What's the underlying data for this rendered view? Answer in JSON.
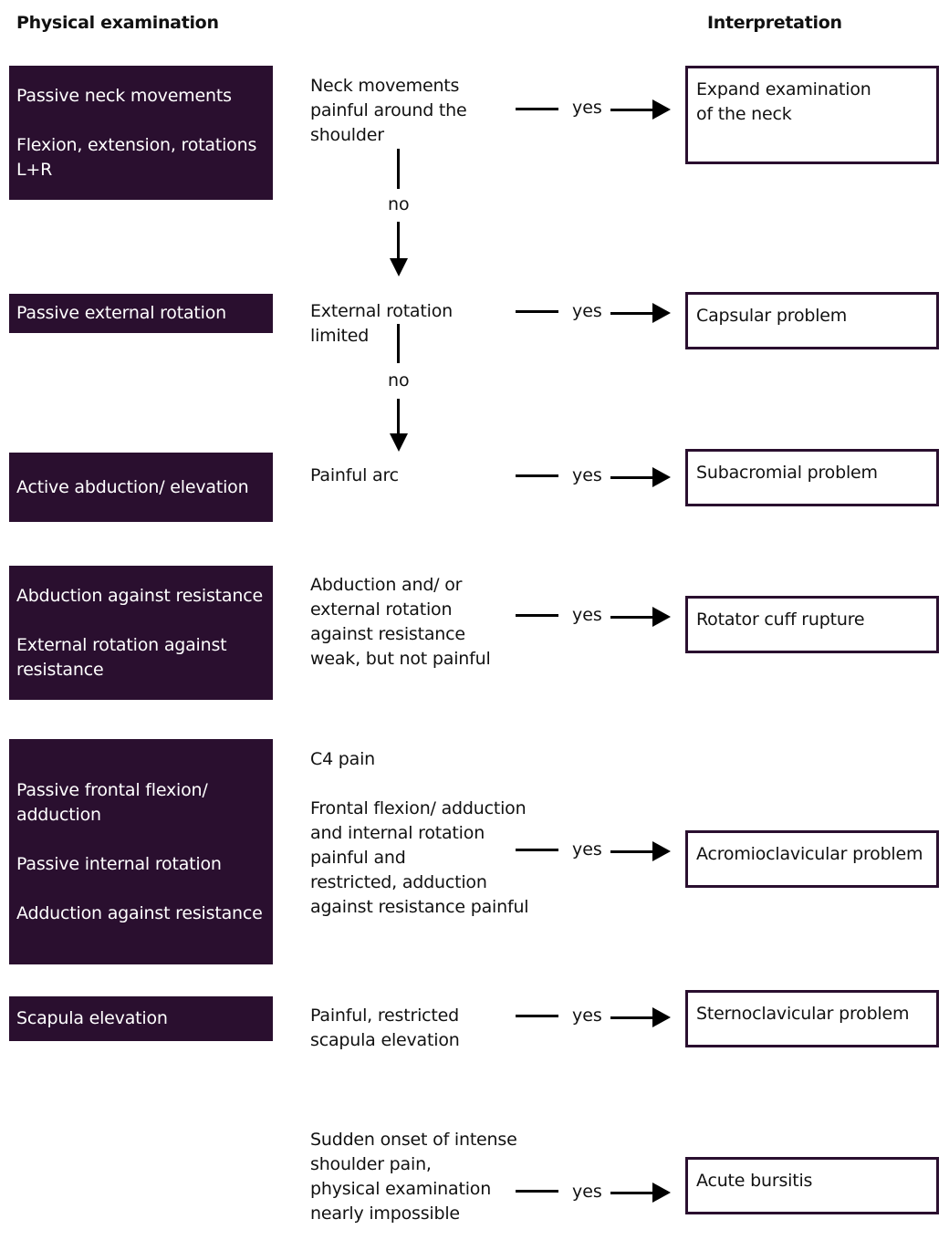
{
  "headers": {
    "left": "Physical examination",
    "right": "Interpretation"
  },
  "rows": [
    {
      "exam": [
        "Passive neck movements",
        "",
        "Flexion, extension, rotations",
        "L+R"
      ],
      "question": [
        "Neck movements",
        "painful around the",
        "shoulder"
      ],
      "connector": "yes",
      "interpretation": [
        "Expand examination",
        "of the neck"
      ]
    },
    {
      "exam": [
        "Passive external rotation"
      ],
      "question": [
        "External rotation",
        "limited"
      ],
      "connector": "yes",
      "interpretation": [
        "Capsular problem"
      ]
    },
    {
      "exam": [
        "Active abduction/ elevation"
      ],
      "question": [
        "Painful arc"
      ],
      "connector": "yes",
      "interpretation": [
        "Subacromial problem"
      ]
    },
    {
      "exam": [
        "Abduction against resistance",
        "",
        "External rotation against",
        "resistance"
      ],
      "question": [
        "Abduction and/ or",
        "external rotation",
        "against resistance",
        "weak, but not painful"
      ],
      "connector": "yes",
      "interpretation": [
        "Rotator cuff rupture"
      ]
    },
    {
      "exam": [
        "Passive frontal flexion/",
        "adduction",
        "",
        "Passive internal rotation",
        "",
        "Adduction against resistance"
      ],
      "question": [
        "C4 pain",
        "",
        "Frontal flexion/ adduction",
        "and internal rotation",
        "painful and",
        "restricted, adduction",
        "against resistance painful"
      ],
      "connector": "yes",
      "interpretation": [
        "Acromioclavicular problem"
      ]
    },
    {
      "exam": [
        "Scapula elevation"
      ],
      "question": [
        "Painful, restricted",
        "scapula elevation"
      ],
      "connector": "yes",
      "interpretation": [
        "Sternoclavicular problem"
      ]
    },
    {
      "exam": [],
      "question": [
        "Sudden onset of intense",
        "shoulder pain,",
        "physical examination",
        "nearly impossible"
      ],
      "connector": "yes",
      "interpretation": [
        "Acute bursitis"
      ]
    }
  ],
  "vertical_connectors": [
    {
      "label": "no"
    },
    {
      "label": "no"
    }
  ]
}
